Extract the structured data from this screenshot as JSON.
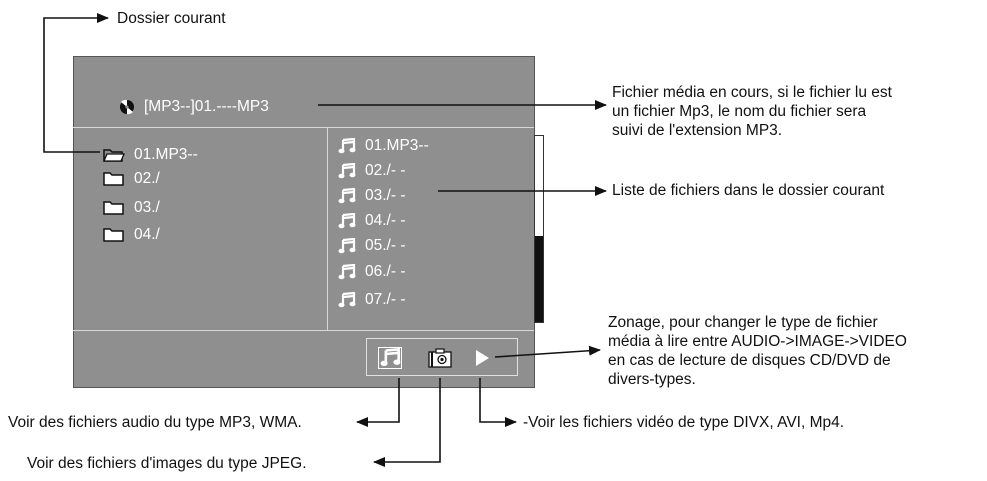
{
  "annotations": {
    "current_folder": "Dossier courant",
    "current_media": [
      "Fichier média en cours, si le fichier lu est",
      "un fichier Mp3, le nom du fichier sera",
      "suivi de l'extension MP3."
    ],
    "file_list": "Liste de fichiers dans le dossier courant",
    "zoning": [
      "Zonage, pour changer le type de fichier",
      "média à lire entre AUDIO->IMAGE->VIDEO",
      "en cas de lecture de disques CD/DVD de",
      "divers-types."
    ],
    "audio": "Voir des fichiers audio du type MP3, WMA.",
    "images": "Voir des fichiers d'images du type JPEG.",
    "video": "-Voir les fichiers vidéo de type DIVX, AVI, Mp4."
  },
  "screen": {
    "now_playing": "[MP3--]01.----MP3",
    "folders": [
      "01.MP3--",
      "02./",
      "03./",
      "04./"
    ],
    "files": [
      "01.MP3--",
      "02./- -",
      "03./- -",
      "04./- -",
      "05./- -",
      "06./- -",
      "07./- -"
    ],
    "scroll_fill_fraction": 0.46,
    "modes": [
      {
        "name": "audio",
        "icon": "music-note-icon",
        "selected": true
      },
      {
        "name": "image",
        "icon": "camera-icon",
        "selected": false
      },
      {
        "name": "video",
        "icon": "play-icon",
        "selected": false
      }
    ]
  },
  "colors": {
    "screen_bg": "#8f8f8f",
    "screen_text": "#ffffff"
  }
}
